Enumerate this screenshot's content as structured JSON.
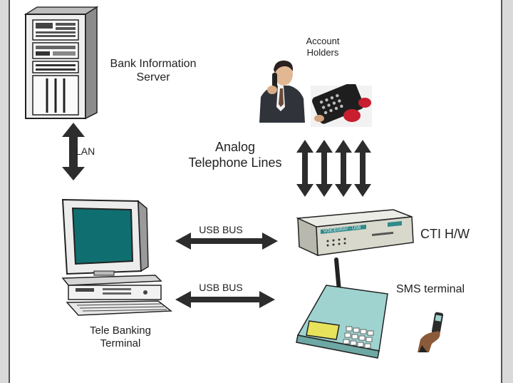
{
  "diagram": {
    "nodes": {
      "server": {
        "label_line1": "Bank Information",
        "label_line2": "Server",
        "icon": "server-tower-icon"
      },
      "account_holders": {
        "label_line1": "Account",
        "label_line2": "Holders",
        "icon": "person-phone-icon"
      },
      "terminal": {
        "label_line1": "Tele Banking",
        "label_line2": "Terminal",
        "icon": "desktop-computer-icon"
      },
      "cti": {
        "label": "CTI H/W",
        "icon": "cti-box-icon",
        "device_text": "VOICEGRAY - USB"
      },
      "sms": {
        "label": "SMS terminal",
        "icon": "sms-terminal-icon"
      }
    },
    "edges": {
      "lan": {
        "label": "LAN"
      },
      "analog": {
        "label_line1": "Analog",
        "label_line2": "Telephone Lines"
      },
      "usb_top": {
        "label": "USB BUS"
      },
      "usb_bottom": {
        "label": "USB BUS"
      }
    },
    "colors": {
      "arrow": "#2d2d2d",
      "screen": "#0f6e70",
      "device_body": "#d8d8cc",
      "sms_teal": "#9fd3cf",
      "sms_lcd": "#e7e35a",
      "suit": "#30343a"
    }
  }
}
